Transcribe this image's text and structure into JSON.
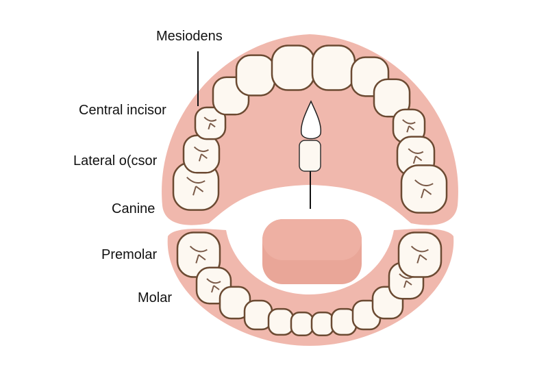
{
  "title": "Mesiodens",
  "labels": {
    "central_incisor": "Central incisor",
    "lateral_incisor": "Lateral o(csor",
    "canine": "Canine",
    "premolar": "Premolar",
    "molar": "Molar"
  },
  "colors": {
    "gum": "#f0b8ad",
    "gum_dark": "#e6a192",
    "tooth": "#fdf8f1",
    "tooth_outline": "#6b4a32"
  }
}
